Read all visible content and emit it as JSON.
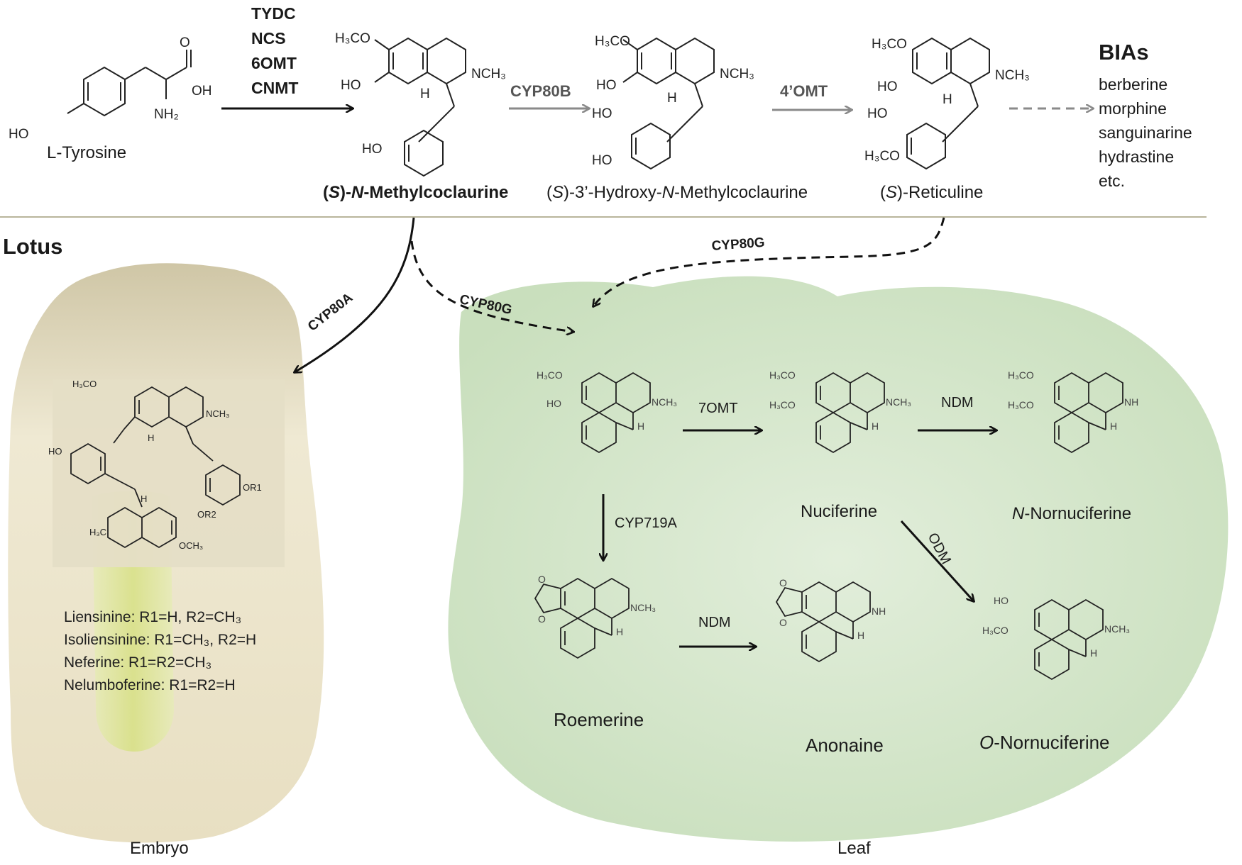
{
  "top": {
    "tyrosine": "L-Tyrosine",
    "enzymes_first": [
      "TYDC",
      "NCS",
      "6OMT",
      "CNMT"
    ],
    "cyp80b": "CYP80B",
    "omt4": "4’OMT",
    "n_methylcoclaurine": {
      "p1": "(",
      "s": "S",
      "p2": ")-",
      "n": "N",
      "rest": "-Methylcoclaurine"
    },
    "hydroxy": {
      "p1": "(",
      "s": "S",
      "p2": ")-3’-Hydroxy-",
      "n": "N",
      "rest": "-Methylcoclaurine"
    },
    "reticuline": {
      "p1": "(",
      "s": "S",
      "p2": ")-Reticuline"
    },
    "bias_title": "BIAs",
    "bias_items": [
      "berberine",
      "morphine",
      "sanguinarine",
      "hydrastine",
      "etc."
    ]
  },
  "lotus": {
    "title": "Lotus",
    "cyp80a": "CYP80A",
    "cyp80g_left": "CYP80G",
    "cyp80g_right": "CYP80G",
    "embryo_label": "Embryo",
    "leaf_label": "Leaf",
    "bisbenzyl": [
      "Liensinine: R1=H, R2=CH₃",
      "Isoliensinine: R1=CH₃, R2=H",
      "Neferine: R1=R2=CH₃",
      "Nelumboferine: R1=R2=H"
    ],
    "omt7": "7OMT",
    "ndm_top": "NDM",
    "ndm_bottom": "NDM",
    "cyp719a": "CYP719A",
    "odm": "ODM",
    "nuciferine": "Nuciferine",
    "n_nornuciferine": {
      "n": "N",
      "rest": "-Nornuciferine"
    },
    "roemerine": "Roemerine",
    "anonaine": "Anonaine",
    "o_nornuciferine": {
      "o": "O",
      "rest": "-Nornuciferine"
    }
  },
  "colors": {
    "leaf": "#d3e6c8",
    "embryo": "#ede7cf",
    "separator": "#b9b59b",
    "grey_arrow": "#8a8a8a"
  }
}
